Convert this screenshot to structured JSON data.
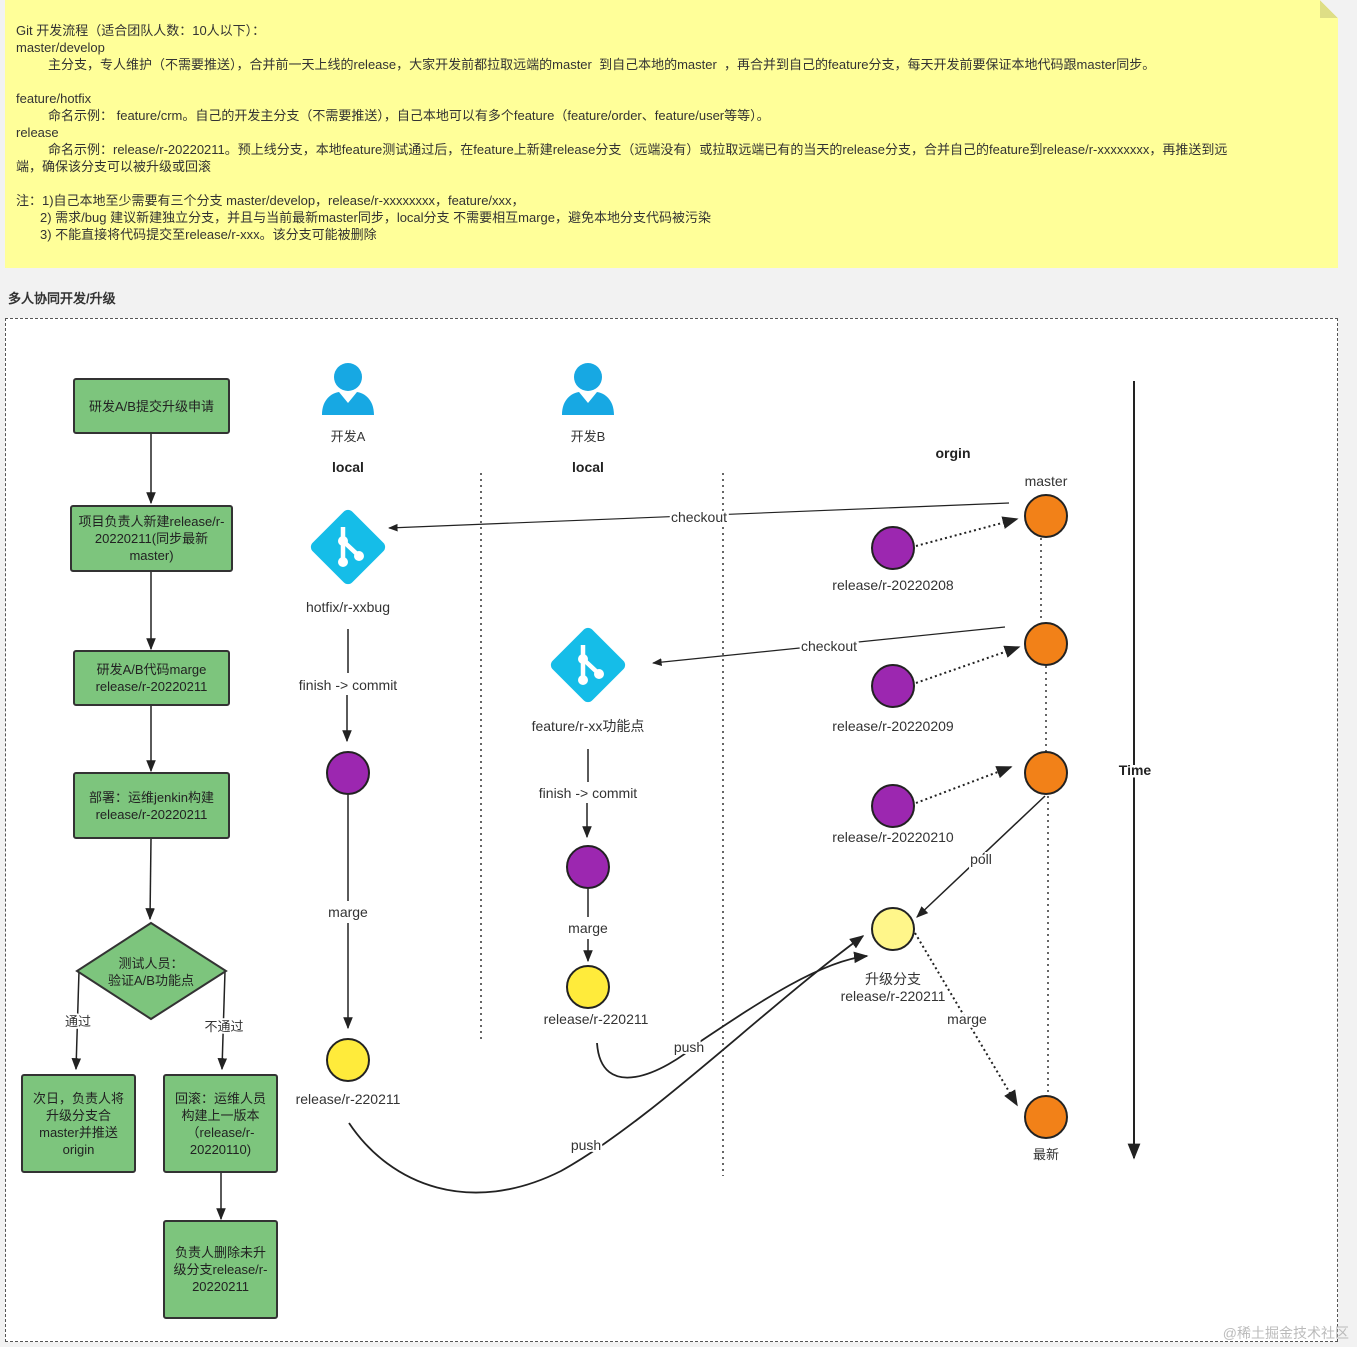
{
  "note": {
    "line1": "Git 开发流程（适合团队人数：10人以下）：",
    "line2": "master/develop",
    "line3": "主分支，专人维护（不需要推送），合并前一天上线的release，大家开发前都拉取远端的master  到自己本地的master  ，再合并到自己的feature分支，每天开发前要保证本地代码跟master同步。",
    "line4": "feature/hotfix",
    "line5": "命名示例： feature/crm。自己的开发主分支（不需要推送），自己本地可以有多个feature（feature/order、feature/user等等）。",
    "line6": "release",
    "line7": "命名示例：release/r-20220211。预上线分支，本地feature测试通过后，在feature上新建release分支（远端没有）或拉取远端已有的当天的release分支，合并自己的feature到release/r-xxxxxxxx，再推送到远",
    "line8": "端，确保该分支可以被升级或回滚",
    "line9": "注：1)自己本地至少需要有三个分支 master/develop，release/r-xxxxxxxx，feature/xxx，",
    "line10": "2) 需求/bug 建议新建独立分支，并且与当前最新master同步，local分支 不需要相互marge，避免本地分支代码被污染",
    "line11": "3) 不能直接将代码提交至release/r-xxx。该分支可能被删除"
  },
  "section_title": "多人协同开发/升级",
  "flow": {
    "step1": "研发A/B提交升级申请",
    "step2": "项目负责人新建release/r-20220211(同步最新master)",
    "step3": "研发A/B代码marge release/r-20220211",
    "step4": "部署：运维jenkin构建release/r-20220211",
    "decision": "测试人员：验证A/B功能点",
    "pass": "通过",
    "fail": "不通过",
    "pass_box": "次日，负责人将升级分支合master并推送origin",
    "fail_box": "回滚：运维人员构建上一版本（release/r-20220110)",
    "delete_box": "负责人删除未升级分支release/r-20220211"
  },
  "devA": {
    "name": "开发A",
    "local": "local",
    "branch": "hotfix/r-xxbug",
    "finish": "finish -> commit",
    "marge": "marge",
    "release": "release/r-220211",
    "push": "push"
  },
  "devB": {
    "name": "开发B",
    "local": "local",
    "branch": "feature/r-xx功能点",
    "finish": "finish -> commit",
    "marge": "marge",
    "release": "release/r-220211",
    "push": "push"
  },
  "origin": {
    "title": "orgin",
    "master": "master",
    "checkout1": "checkout",
    "checkout2": "checkout",
    "rel1": "release/r-20220208",
    "rel2": "release/r-20220209",
    "rel3": "release/r-20220210",
    "poll": "poll",
    "upgrade": "升级分支",
    "upgrade_branch": "release/r-220211",
    "marge": "marge",
    "latest": "最新"
  },
  "time_label": "Time",
  "watermark": "@稀土掘金技术社区",
  "colors": {
    "note_bg": "#ffff99",
    "box_fill": "#7dc57d",
    "orange": "#f28118",
    "purple": "#9c27b0",
    "yellow_node": "#ffeb3b",
    "pale_yellow": "#fff68a",
    "git_blue": "#15bde8",
    "person_blue": "#17a8e3"
  },
  "icons": [
    "person-icon",
    "git-icon"
  ]
}
